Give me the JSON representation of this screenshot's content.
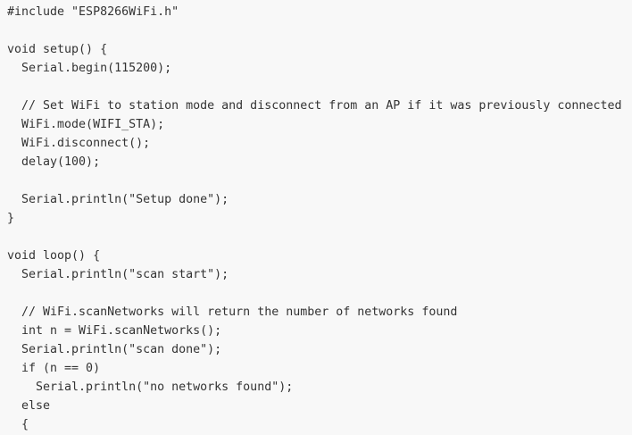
{
  "code": {
    "lines": [
      "#include \"ESP8266WiFi.h\"",
      "",
      "void setup() {",
      "  Serial.begin(115200);",
      "",
      "  // Set WiFi to station mode and disconnect from an AP if it was previously connected",
      "  WiFi.mode(WIFI_STA);",
      "  WiFi.disconnect();",
      "  delay(100);",
      "",
      "  Serial.println(\"Setup done\");",
      "}",
      "",
      "void loop() {",
      "  Serial.println(\"scan start\");",
      "",
      "  // WiFi.scanNetworks will return the number of networks found",
      "  int n = WiFi.scanNetworks();",
      "  Serial.println(\"scan done\");",
      "  if (n == 0)",
      "    Serial.println(\"no networks found\");",
      "  else",
      "  {"
    ]
  }
}
